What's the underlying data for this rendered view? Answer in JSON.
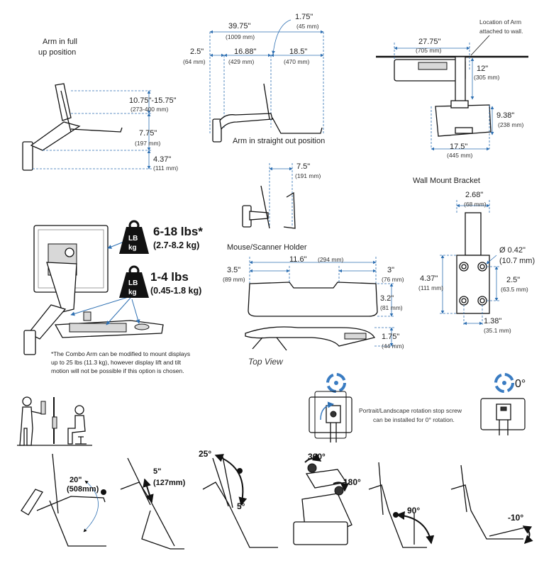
{
  "top_left": {
    "title_line1": "Arm in full",
    "title_line2": "up position",
    "dim_a": "10.75\"-15.75\"",
    "dim_a_mm": "(273-400 mm)",
    "dim_b": "7.75\"",
    "dim_b_mm": "(197 mm)",
    "dim_c": "4.37\"",
    "dim_c_mm": "(111 mm)"
  },
  "top_mid": {
    "dim_total": "39.75\"",
    "dim_total_mm": "(1009 mm)",
    "dim_top": "1.75\"",
    "dim_top_mm": "(45 mm)",
    "dim_left": "2.5\"",
    "dim_left_mm": "(64 mm)",
    "dim_mid": "16.88\"",
    "dim_mid_mm": "(429 mm)",
    "dim_right": "18.5\"",
    "dim_right_mm": "(470 mm)",
    "caption": "Arm in straight out position"
  },
  "top_right": {
    "note_line1": "Location of Arm",
    "note_line2": "attached to wall.",
    "dim_width": "27.75\"",
    "dim_width_mm": "(705 mm)",
    "dim_depth": "12\"",
    "dim_depth_mm": "(305 mm)",
    "dim_height": "9.38\"",
    "dim_height_mm": "(238 mm)",
    "dim_bottom": "17.5\"",
    "dim_bottom_mm": "(445 mm)"
  },
  "mid_small": {
    "dim": "7.5\"",
    "dim_mm": "(191 mm)"
  },
  "weights": {
    "badge_top": "LB",
    "badge_bottom": "kg",
    "monitor_lbs": "6-18 lbs*",
    "monitor_kg": "(2.7-8.2 kg)",
    "keyboard_lbs": "1-4 lbs",
    "keyboard_kg": "(0.45-1.8 kg)",
    "note_line1": "*The  Combo Arm can be modified to mount displays",
    "note_line2": "up to 25 lbs (11.3 kg), however display lift and tilt",
    "note_line3": "motion will not be possible if this option is chosen."
  },
  "mouse_holder": {
    "title": "Mouse/Scanner Holder",
    "dim_width": "11.6\"",
    "dim_width_mm": "(294 mm)",
    "dim_left": "3.5\"",
    "dim_left_mm": "(89 mm)",
    "dim_right": "3\"",
    "dim_right_mm": "(76 mm)",
    "dim_depth": "3.2\"",
    "dim_depth_mm": "(81 mm)",
    "dim_side": "1.75\"",
    "dim_side_mm": "(44 mm)",
    "view_label": "Top View"
  },
  "wall_bracket": {
    "title": "Wall Mount Bracket",
    "dim_width": "2.68\"",
    "dim_width_mm": "(68 mm)",
    "dim_hole": "Ø 0.42\"",
    "dim_hole_mm": "(10.7 mm)",
    "dim_height": "4.37\"",
    "dim_height_mm": "(111 mm)",
    "dim_spacing": "2.5\"",
    "dim_spacing_mm": "(63.5 mm)",
    "dim_bottom": "1.38\"",
    "dim_bottom_mm": "(35.1 mm)"
  },
  "rotation": {
    "note_line1": "Portrait/Landscape rotation stop screw",
    "note_line2": "can be installed for 0° rotation.",
    "zero_label": "0°"
  },
  "bottom_row": {
    "lift": "20\"",
    "lift_mm": "(508mm)",
    "kb_lift": "5\"",
    "kb_lift_mm": "(127mm)",
    "tilt_up": "25°",
    "tilt_down": "5°",
    "rot_360": "360°",
    "rot_180": "180°",
    "kb_90": "90°",
    "kb_neg10": "-10°"
  },
  "colors": {
    "accent": "#2d6fb2",
    "rotate_icon": "#3a7cc2",
    "ink": "#111111"
  }
}
